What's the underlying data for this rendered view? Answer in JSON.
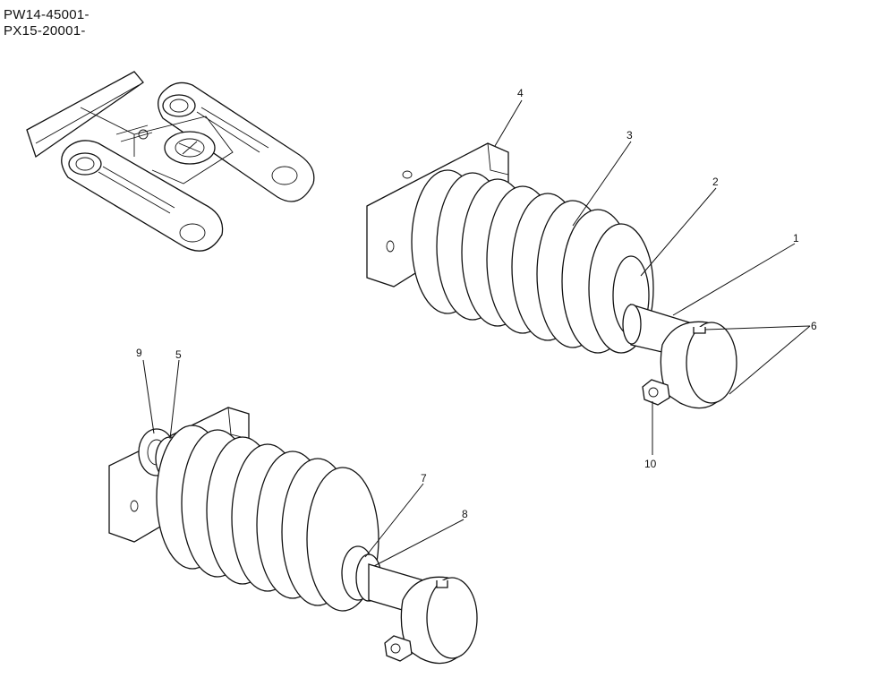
{
  "header": {
    "serial_line_1": "PW14-45001-",
    "serial_line_2": "PX15-20001-"
  },
  "callouts": {
    "c1": "1",
    "c2": "2",
    "c3": "3",
    "c4": "4",
    "c5": "5",
    "c6": "6",
    "c7": "7",
    "c8": "8",
    "c9": "9",
    "c10": "10"
  }
}
